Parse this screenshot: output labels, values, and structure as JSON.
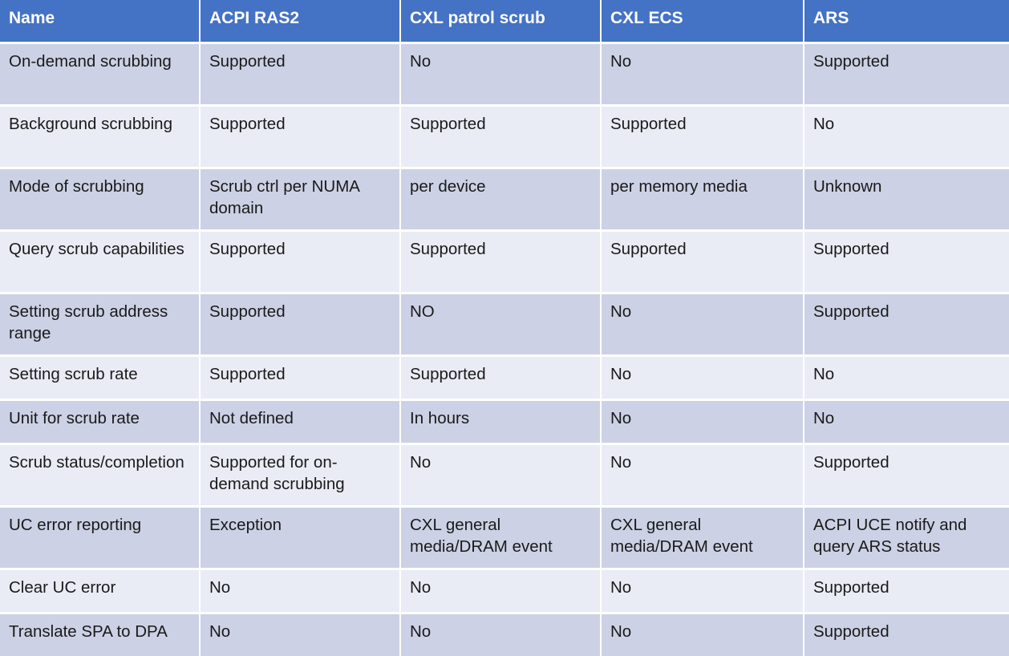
{
  "table": {
    "columns": [
      {
        "id": "name",
        "label": "Name"
      },
      {
        "id": "ras2",
        "label": "ACPI RAS2"
      },
      {
        "id": "patrol",
        "label": "CXL patrol scrub"
      },
      {
        "id": "ecs",
        "label": "CXL ECS"
      },
      {
        "id": "ars",
        "label": "ARS"
      }
    ],
    "colors": {
      "header_background": "#4472C4",
      "header_text": "#FFFFFF",
      "row_dark": "#CCD1E5",
      "row_light": "#E9ECF5",
      "cell_text": "#1A1A1A",
      "gutter": "#FFFFFF"
    },
    "rows": [
      {
        "name": "On-demand scrubbing",
        "ras2": "Supported",
        "patrol": "No",
        "ecs": "No",
        "ars": "Supported"
      },
      {
        "name": "Background scrubbing",
        "ras2": "Supported",
        "patrol": "Supported",
        "ecs": "Supported",
        "ars": "No"
      },
      {
        "name": "Mode of scrubbing",
        "ras2": "Scrub ctrl per NUMA domain",
        "patrol": "per device",
        "ecs": "per memory media",
        "ars": "Unknown"
      },
      {
        "name": "Query scrub capabilities",
        "ras2": "Supported",
        "patrol": "Supported",
        "ecs": "Supported",
        "ars": "Supported"
      },
      {
        "name": "Setting scrub address range",
        "ras2": "Supported",
        "patrol": "NO",
        "ecs": "No",
        "ars": "Supported"
      },
      {
        "name": "Setting scrub rate",
        "ras2": "Supported",
        "patrol": "Supported",
        "ecs": "No",
        "ars": "No"
      },
      {
        "name": "Unit for scrub rate",
        "ras2": "Not defined",
        "patrol": "In hours",
        "ecs": "No",
        "ars": "No"
      },
      {
        "name": "Scrub status/completion",
        "ras2": "Supported for on-demand scrubbing",
        "patrol": "No",
        "ecs": "No",
        "ars": "Supported"
      },
      {
        "name": "UC error reporting",
        "ras2": "Exception",
        "patrol": "CXL general media/DRAM event",
        "ecs": "CXL general media/DRAM event",
        "ars": "ACPI UCE notify and query ARS status"
      },
      {
        "name": "Clear UC error",
        "ras2": "No",
        "patrol": "No",
        "ecs": "No",
        "ars": "Supported"
      },
      {
        "name": "Translate SPA to DPA",
        "ras2": "No",
        "patrol": "No",
        "ecs": "No",
        "ars": "Supported"
      }
    ]
  }
}
